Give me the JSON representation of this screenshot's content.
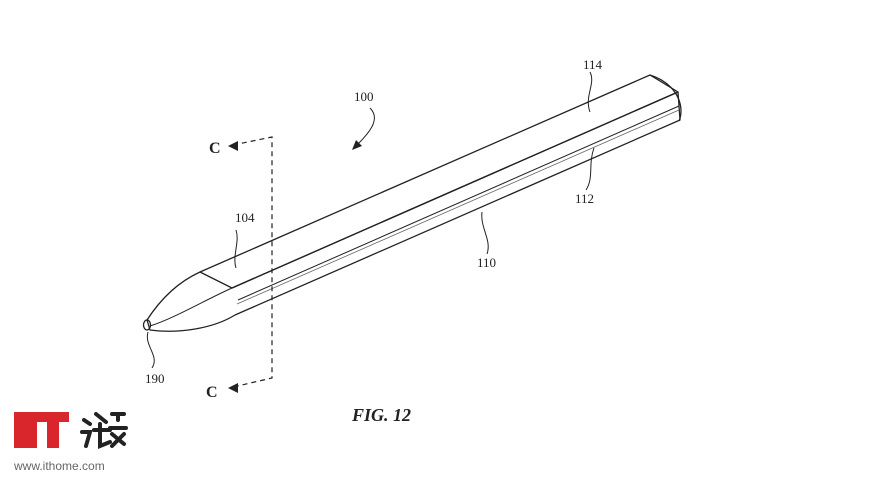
{
  "figure": {
    "caption": "FIG. 12",
    "labels": {
      "assembly": "100",
      "tip_section": "104",
      "body": "110",
      "flat_face": "112",
      "top_edge": "114",
      "nib": "190"
    },
    "section_marker_top": "C",
    "section_marker_bottom": "C"
  },
  "watermark": {
    "site": "www.ithome.com"
  }
}
